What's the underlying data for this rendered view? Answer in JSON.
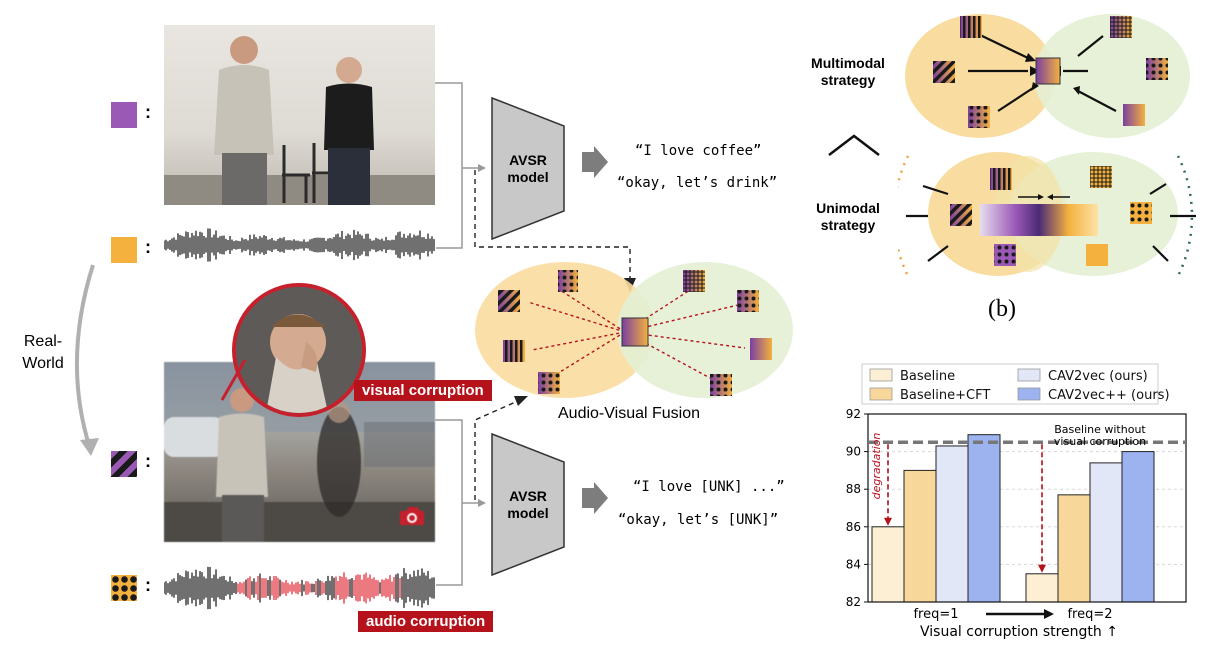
{
  "avsr_top": {
    "label_line1": "AVSR",
    "label_line2": "model"
  },
  "avsr_bottom": {
    "label_line1": "AVSR",
    "label_line2": "model"
  },
  "clean_outputs": [
    "“I love coffee”",
    "“okay, let’s drink”"
  ],
  "corrupted_outputs": [
    "“I love [UNK] ...”",
    "“okay, let’s [UNK]”"
  ],
  "real_world_label": [
    "Real-",
    "World"
  ],
  "visual_corruption_label": "visual corruption",
  "audio_corruption_label": "audio corruption",
  "fusion_label": "Audio-Visual Fusion",
  "strategy_labels": {
    "multimodal": [
      "Multimodal",
      "strategy"
    ],
    "unimodal": [
      "Unimodal",
      "strategy"
    ]
  },
  "panel_b_label": "(b)",
  "colors": {
    "purple": "#9b59b6",
    "orange": "#f4b13e",
    "audio_ellipse": "#f9dca0",
    "visual_ellipse": "#e3efd4",
    "corruption_red": "#b5121b",
    "avsr_gray": "#c8c8c8"
  },
  "chart_data": {
    "type": "bar",
    "categories": [
      "freq=1",
      "freq=2"
    ],
    "series": [
      {
        "name": "Baseline",
        "values": [
          86.0,
          83.5
        ],
        "color": "#fcefd4"
      },
      {
        "name": "Baseline+CFT",
        "values": [
          89.0,
          87.7
        ],
        "color": "#f8d89a"
      },
      {
        "name": "CAV2vec (ours)",
        "values": [
          90.3,
          89.4
        ],
        "color": "#e2e7f8"
      },
      {
        "name": "CAV2vec++ (ours)",
        "values": [
          90.9,
          90.0
        ],
        "color": "#9db3f0"
      }
    ],
    "reference_line": {
      "value": 90.5,
      "label_line1": "Baseline without",
      "label_line2": "visual corruption"
    },
    "annotation": "degradation",
    "xlabel": "Visual corruption strength ↑",
    "ylim": [
      82,
      92
    ],
    "yticks": [
      82,
      84,
      86,
      88,
      90,
      92
    ],
    "grid": true,
    "legend_placement": "top"
  }
}
